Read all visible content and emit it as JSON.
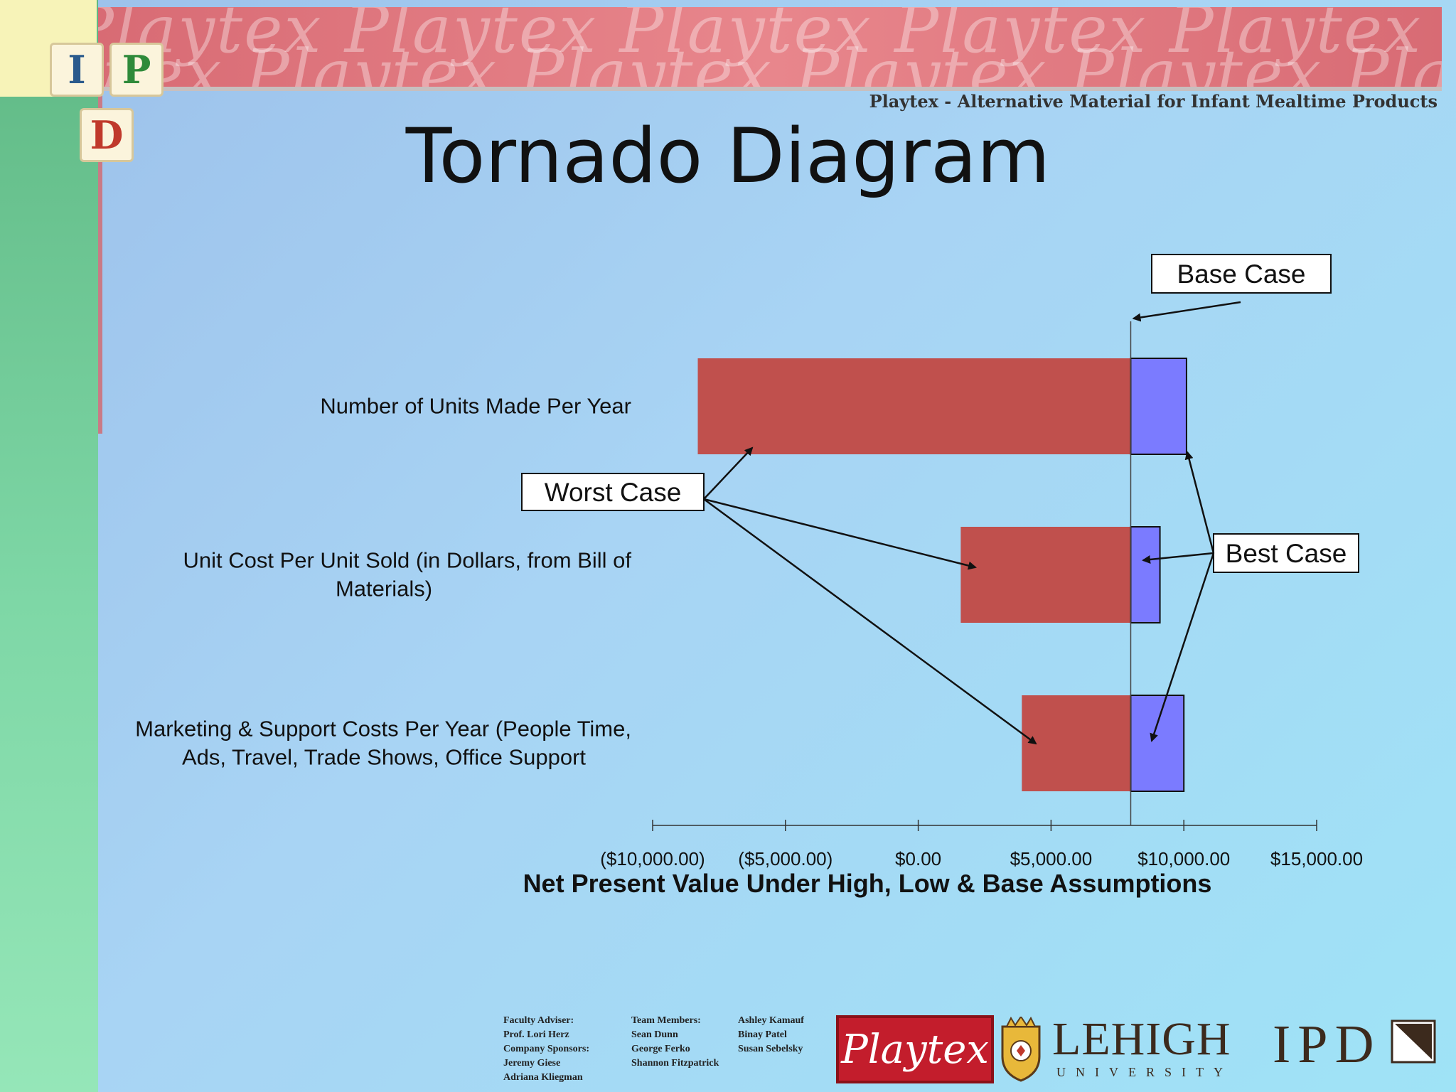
{
  "banner": {
    "watermark": "Playtex Playtex Playtex Playtex Playtex Playtex Playtex Playtex Playtex Playtex",
    "subtitle": "Playtex - Alternative Material for Infant Mealtime Products"
  },
  "logo_blocks": [
    "I",
    "P",
    "D"
  ],
  "title": "Tornado Diagram",
  "chart_data": {
    "type": "bar",
    "orientation": "horizontal",
    "subtype": "tornado",
    "base_value": 8000,
    "categories": [
      [
        "Number of Units Made Per Year"
      ],
      [
        "Unit Cost Per Unit Sold (in Dollars, from Bill of",
        "Materials)"
      ],
      [
        "Marketing & Support Costs Per Year (People Time,",
        "Ads, Travel, Trade Shows, Office Support"
      ]
    ],
    "low_values": [
      -8300,
      1600,
      3900
    ],
    "high_values": [
      10100,
      9100,
      10000
    ],
    "low_color": "#c0504d",
    "high_color": "#7b7bff",
    "xlim": [
      -10000,
      15000
    ],
    "xticks": [
      -10000,
      -5000,
      0,
      5000,
      10000,
      15000
    ],
    "tick_labels": [
      "($10,000.00)",
      "($5,000.00)",
      "$0.00",
      "$5,000.00",
      "$10,000.00",
      "$15,000.00"
    ],
    "xlabel": "Net Present Value Under High, Low & Base Assumptions",
    "annotations": {
      "base": "Base Case",
      "worst": "Worst Case",
      "best": "Best Case"
    }
  },
  "footer": {
    "credits_col1": [
      "Faculty Adviser:",
      "Prof. Lori Herz",
      "Company Sponsors:",
      "Jeremy Giese",
      "Adriana Kliegman"
    ],
    "credits_col2": [
      "Team Members:",
      "Sean Dunn",
      "George Ferko",
      "Shannon Fitzpatrick"
    ],
    "credits_col3": [
      "",
      "Ashley Kamauf",
      "Binay Patel",
      "Susan Sebelsky"
    ],
    "playtex_logo": "Playtex",
    "lehigh": "LEHIGH",
    "lehigh_sub": "UNIVERSITY",
    "ipd": "IPD"
  }
}
